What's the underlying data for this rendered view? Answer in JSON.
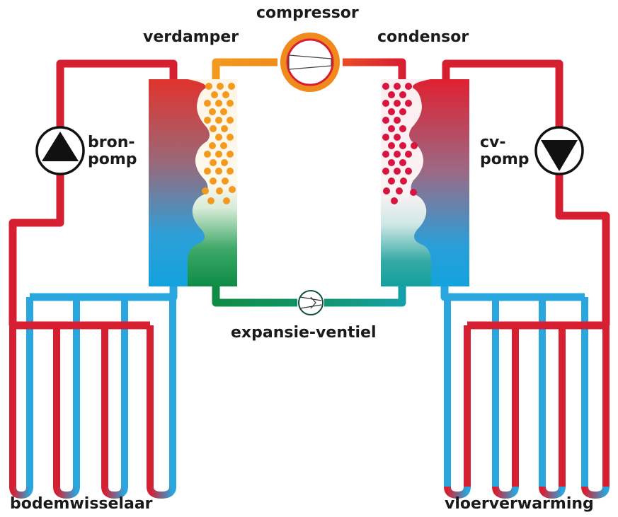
{
  "labels": {
    "compressor": "compressor",
    "verdamper": "verdamper",
    "condensor": "condensor",
    "bron_line1": "bron-",
    "bron_line2": "pomp",
    "cv_line1": "cv-",
    "cv_line2": "pomp",
    "expansie": "expansie-ventiel",
    "bodem": "bodemwisselaar",
    "vloer": "vloerverwarming"
  },
  "colors": {
    "hot_pipe": "#d71f32",
    "cold_pipe": "#29a6dd",
    "compressor_ring": "#f08a1c",
    "refrigerant_warm": "#f39a1e",
    "refrigerant_cold": "#0e8c45",
    "condensor_dots": "#d8143f"
  }
}
